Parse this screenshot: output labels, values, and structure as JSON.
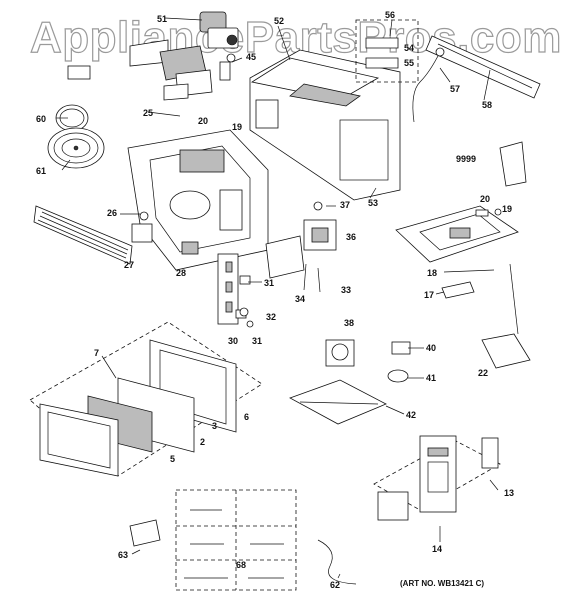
{
  "watermark": "AppliancePartsPros.com",
  "art_number": "(ART NO. WB13421 C)",
  "callouts": [
    "51",
    "56",
    "52",
    "45",
    "54",
    "55",
    "57",
    "58",
    "60",
    "25",
    "20",
    "19",
    "61",
    "9999",
    "26",
    "37",
    "53",
    "20",
    "19",
    "36",
    "27",
    "28",
    "31",
    "18",
    "34",
    "33",
    "17",
    "32",
    "30",
    "31",
    "38",
    "7",
    "40",
    "41",
    "22",
    "42",
    "6",
    "3",
    "2",
    "5",
    "13",
    "14",
    "63",
    "68",
    "62"
  ]
}
